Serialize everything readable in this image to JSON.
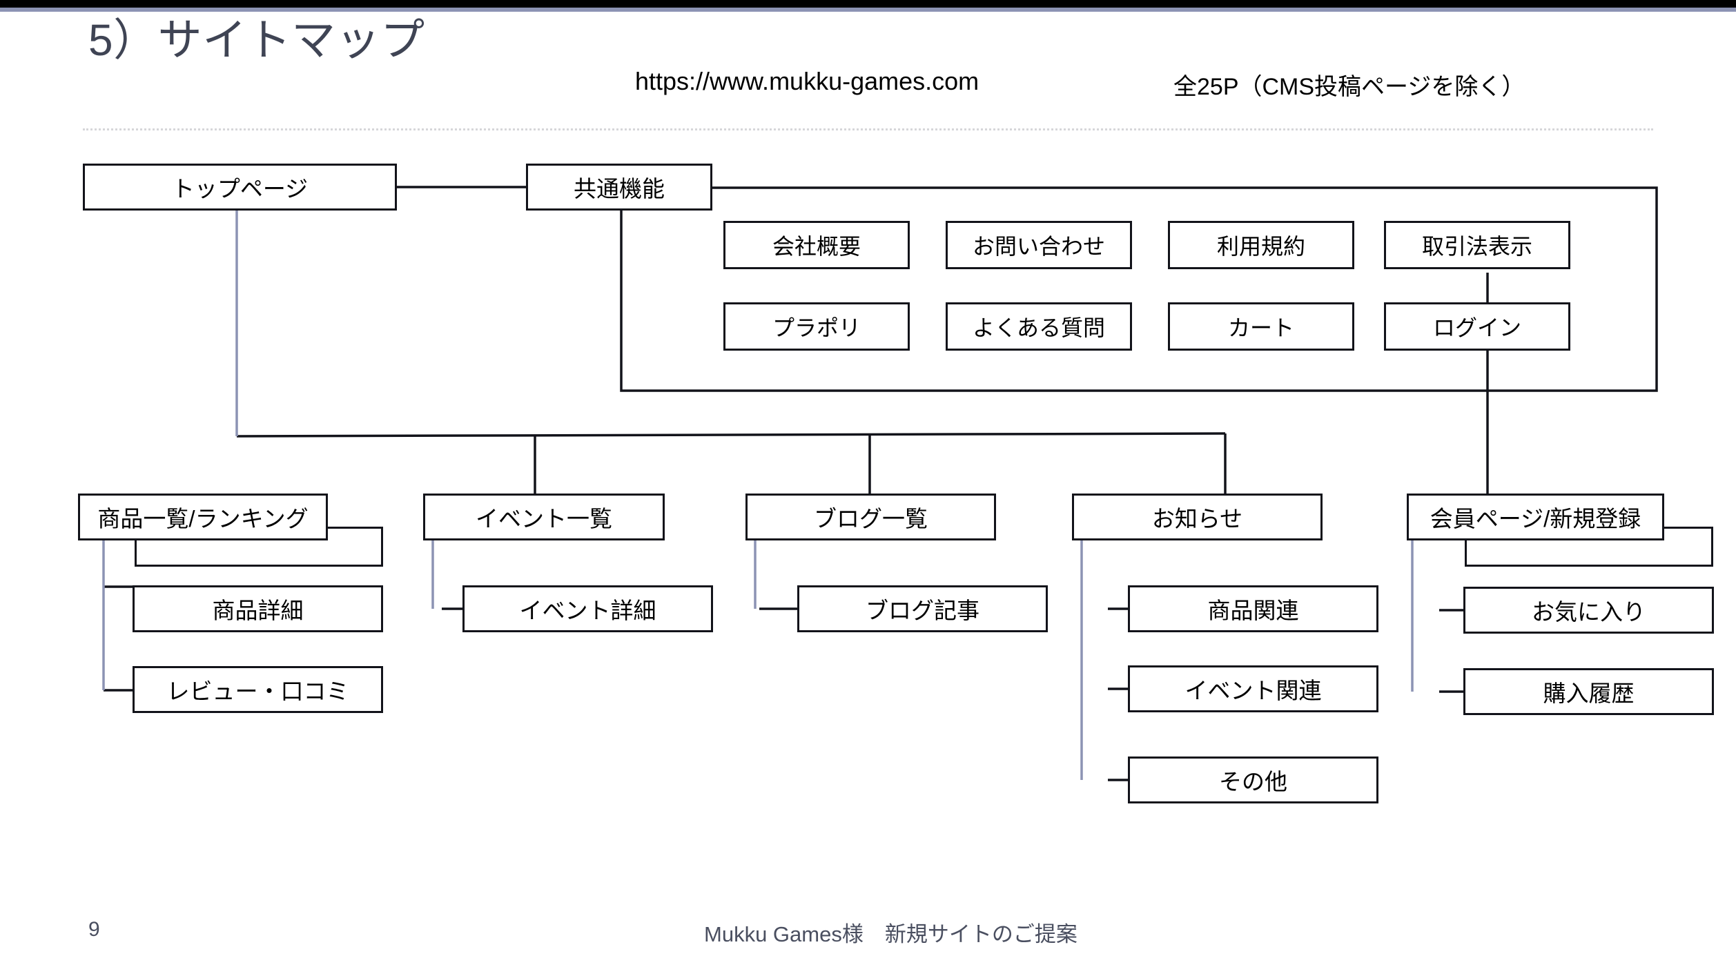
{
  "slide": {
    "title": "5）サイトマップ",
    "url": "https://www.mukku-games.com",
    "note": "全25P（CMS投稿ページを除く）",
    "page_number": "9",
    "footer": "Mukku Games様　新規サイトのご提案",
    "accent_dark": "#3f4454",
    "accent_navy": "#8c93b4",
    "line_color": "#12131a",
    "connector_color": "#8c93b4",
    "divider_color": "#d6d6d9"
  },
  "nodes": {
    "top_page": "トップページ",
    "common": "共通機能",
    "common_items": [
      "会社概要",
      "お問い合わせ",
      "利用規約",
      "取引法表示",
      "プラポリ",
      "よくある質問",
      "カート",
      "ログイン"
    ],
    "categories": [
      {
        "label": "商品一覧/ランキング",
        "children": [
          "商品詳細",
          "レビュー・口コミ"
        ],
        "has_stack": true
      },
      {
        "label": "イベント一覧",
        "children": [
          "イベント詳細"
        ],
        "has_stack": false
      },
      {
        "label": "ブログ一覧",
        "children": [
          "ブログ記事"
        ],
        "has_stack": false
      },
      {
        "label": "お知らせ",
        "children": [
          "商品関連",
          "イベント関連",
          "その他"
        ],
        "has_stack": false
      },
      {
        "label": "会員ページ/新規登録",
        "children": [
          "お気に入り",
          "購入履歴"
        ],
        "has_stack": true
      }
    ]
  }
}
